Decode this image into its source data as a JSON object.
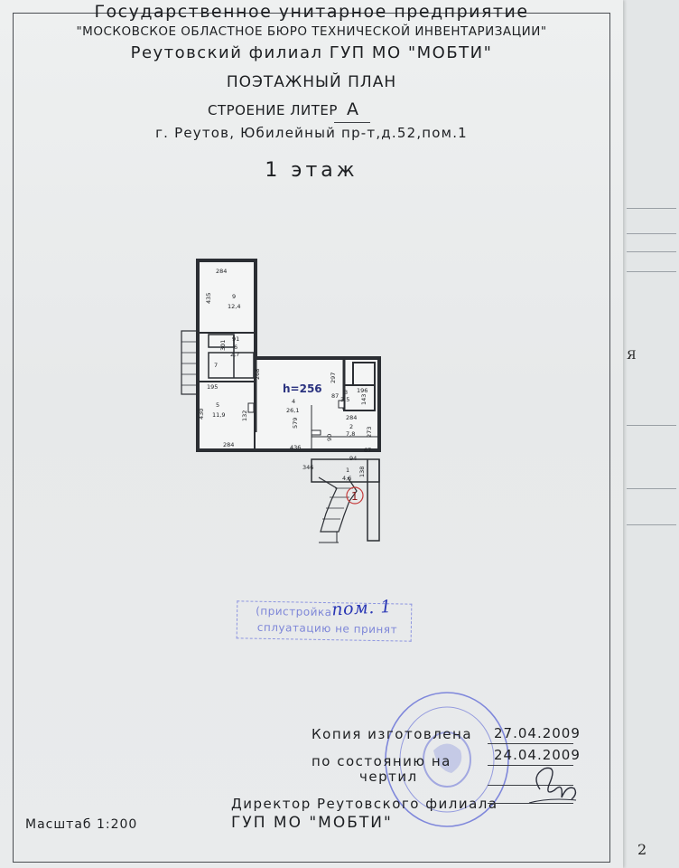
{
  "header": {
    "org_line1": "Государственное унитарное предприятие",
    "org_line2": "\"МОСКОВСКОЕ ОБЛАСТНОЕ БЮРО ТЕХНИЧЕСКОЙ ИНВЕНТАРИЗАЦИИ\"",
    "branch": "Реутовский филиал ГУП МО \"МОБТИ\"",
    "doc_title": "ПОЭТАЖНЫЙ ПЛАН",
    "building_label": "СТРОЕНИЕ ЛИТЕР",
    "building_letter": "А",
    "address": "г. Реутов, Юбилейный пр-т,д.52,пом.1",
    "floor": "1 этаж"
  },
  "plan": {
    "height_label": "h=256",
    "dimensions": [
      "284",
      "435",
      "301",
      "91",
      "268",
      "195",
      "430",
      "132",
      "579",
      "297",
      "87",
      "196",
      "143",
      "284",
      "273",
      "90",
      "436",
      "284",
      "94",
      "67",
      "346",
      "138"
    ],
    "rooms": [
      {
        "num": "9",
        "area": "12,4"
      },
      {
        "num": "6",
        "area": "2,7"
      },
      {
        "num": "7",
        "area": ""
      },
      {
        "num": "5",
        "area": "11,9"
      },
      {
        "num": "4",
        "area": "26,1"
      },
      {
        "num": "3",
        "area": "3,5"
      },
      {
        "num": "2",
        "area": "7,8"
      },
      {
        "num": "1",
        "area": "4,6"
      }
    ],
    "entrance_marker": "1"
  },
  "stamp_blue": {
    "line1": "(пристройка",
    "line2": "сплуатацию не принят",
    "handwritten": "пом. 1"
  },
  "footer": {
    "copy_label": "Копия изготовлена",
    "copy_date": "27.04.2009",
    "state_label": "по состоянию на",
    "state_date": "24.04.2009",
    "drew_label": "чертил",
    "director_label": "Директор Реутовского филиала",
    "director_org": "ГУП МО \"МОБТИ\"",
    "scale": "Масштаб 1:200"
  },
  "edge_marks": {
    "letter": "Я",
    "digit": "2"
  },
  "colors": {
    "ink": "#1d1f22",
    "stamp_blue": "#4f5bd0",
    "paper": "#eceeef"
  }
}
